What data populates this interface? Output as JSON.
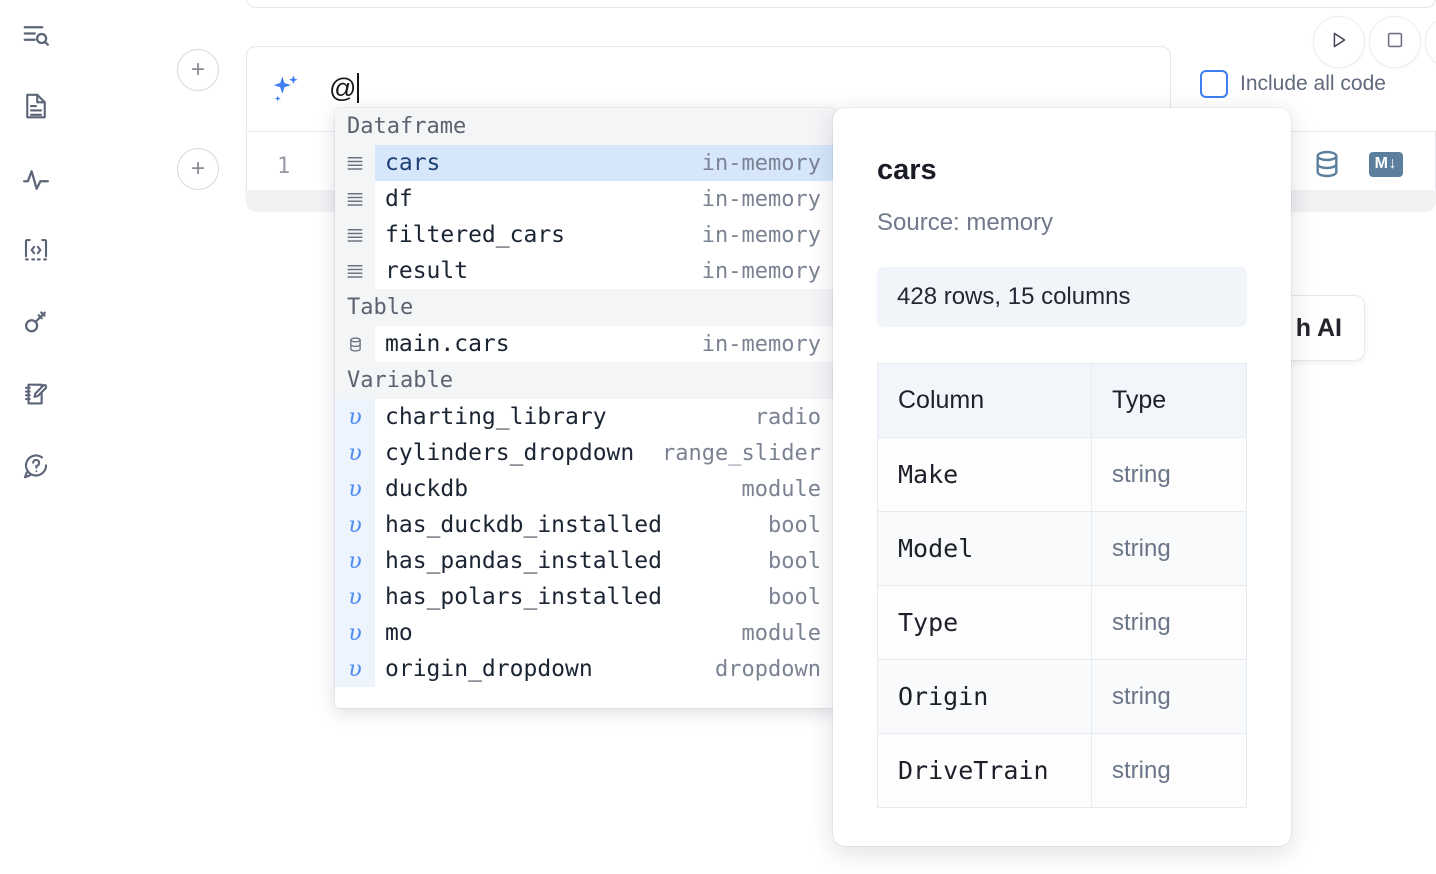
{
  "sidebar": {
    "items": [
      {
        "name": "outline-search-icon",
        "label": "Search outline"
      },
      {
        "name": "file-explorer-icon",
        "label": "File explorer"
      },
      {
        "name": "activity-icon",
        "label": "Activity"
      },
      {
        "name": "snippets-icon",
        "label": "Snippets"
      },
      {
        "name": "secrets-key-icon",
        "label": "Secrets"
      },
      {
        "name": "scratchpad-icon",
        "label": "Scratchpad"
      },
      {
        "name": "help-icon",
        "label": "Help"
      }
    ]
  },
  "toolbar": {
    "run_label": "Run",
    "stop_label": "Stop",
    "include_all_code": "Include all code",
    "include_all_code_checked": false
  },
  "prompt": {
    "icon": "sparkles-icon",
    "value": "@",
    "placeholder": ""
  },
  "code_cell": {
    "line_number": "1",
    "database_icon": "database-icon",
    "markdown_badge": "M",
    "markdown_arrow": "↓"
  },
  "ai_pill": {
    "label": "h AI"
  },
  "autocomplete": {
    "groups": [
      {
        "title": "Dataframe",
        "icon": "dataframe-icon",
        "kind": "dataframe",
        "items": [
          {
            "label": "cars",
            "meta": "in-memory",
            "selected": true
          },
          {
            "label": "df",
            "meta": "in-memory",
            "selected": false
          },
          {
            "label": "filtered_cars",
            "meta": "in-memory",
            "selected": false
          },
          {
            "label": "result",
            "meta": "in-memory",
            "selected": false
          }
        ]
      },
      {
        "title": "Table",
        "icon": "database-icon",
        "kind": "table",
        "items": [
          {
            "label": "main.cars",
            "meta": "in-memory",
            "selected": false
          }
        ]
      },
      {
        "title": "Variable",
        "icon": "variable-icon",
        "kind": "variable",
        "items": [
          {
            "label": "charting_library",
            "meta": "radio",
            "selected": false
          },
          {
            "label": "cylinders_dropdown",
            "meta": "range_slider",
            "selected": false
          },
          {
            "label": "duckdb",
            "meta": "module",
            "selected": false
          },
          {
            "label": "has_duckdb_installed",
            "meta": "bool",
            "selected": false
          },
          {
            "label": "has_pandas_installed",
            "meta": "bool",
            "selected": false
          },
          {
            "label": "has_polars_installed",
            "meta": "bool",
            "selected": false
          },
          {
            "label": "mo",
            "meta": "module",
            "selected": false
          },
          {
            "label": "origin_dropdown",
            "meta": "dropdown",
            "selected": false
          }
        ]
      }
    ]
  },
  "doc_panel": {
    "title": "cars",
    "source": "Source: memory",
    "stats": "428 rows, 15 columns",
    "table": {
      "headers": [
        "Column",
        "Type"
      ],
      "rows": [
        {
          "column": "Make",
          "type": "string"
        },
        {
          "column": "Model",
          "type": "string"
        },
        {
          "column": "Type",
          "type": "string"
        },
        {
          "column": "Origin",
          "type": "string"
        },
        {
          "column": "DriveTrain",
          "type": "string"
        }
      ]
    }
  },
  "colors": {
    "accent_blue": "#3d7ff0",
    "selection_blue": "#d6e7fb",
    "icon_slate": "#5c6577",
    "muted_text": "#7b8393"
  }
}
